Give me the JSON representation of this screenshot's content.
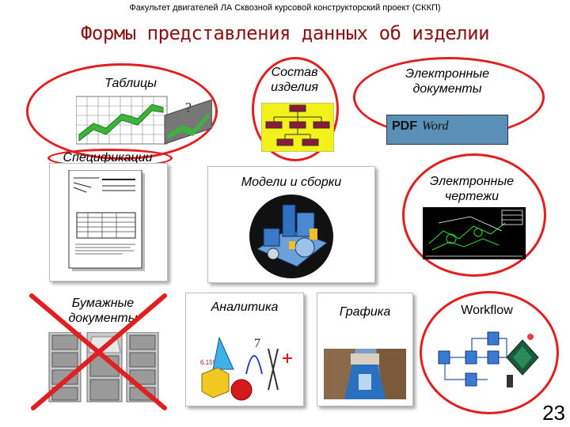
{
  "header": "Факультет двигателей ЛА  Сквозной курсовой конструкторский проект (СККП)",
  "title": "Формы представления данных об изделии",
  "items": {
    "tables": "Таблицы",
    "composition": "Состав изделия",
    "electronic_docs": "Электронные документы",
    "specifications": "Спецификации",
    "models": "Модели и сборки",
    "electronic_drawings": "Электронные чертежи",
    "paper_docs": "Бумажные документы",
    "analytics": "Аналитика",
    "graphics": "Графика",
    "workflow": "Workflow"
  },
  "doc_formats": {
    "pdf": "PDF",
    "word": "Word"
  },
  "analytics_values": {
    "percent": "6.15%",
    "seven": "7"
  },
  "page_number": "23",
  "colors": {
    "title": "#8a1212",
    "oval": "#e02020",
    "cross": "#e02020"
  }
}
